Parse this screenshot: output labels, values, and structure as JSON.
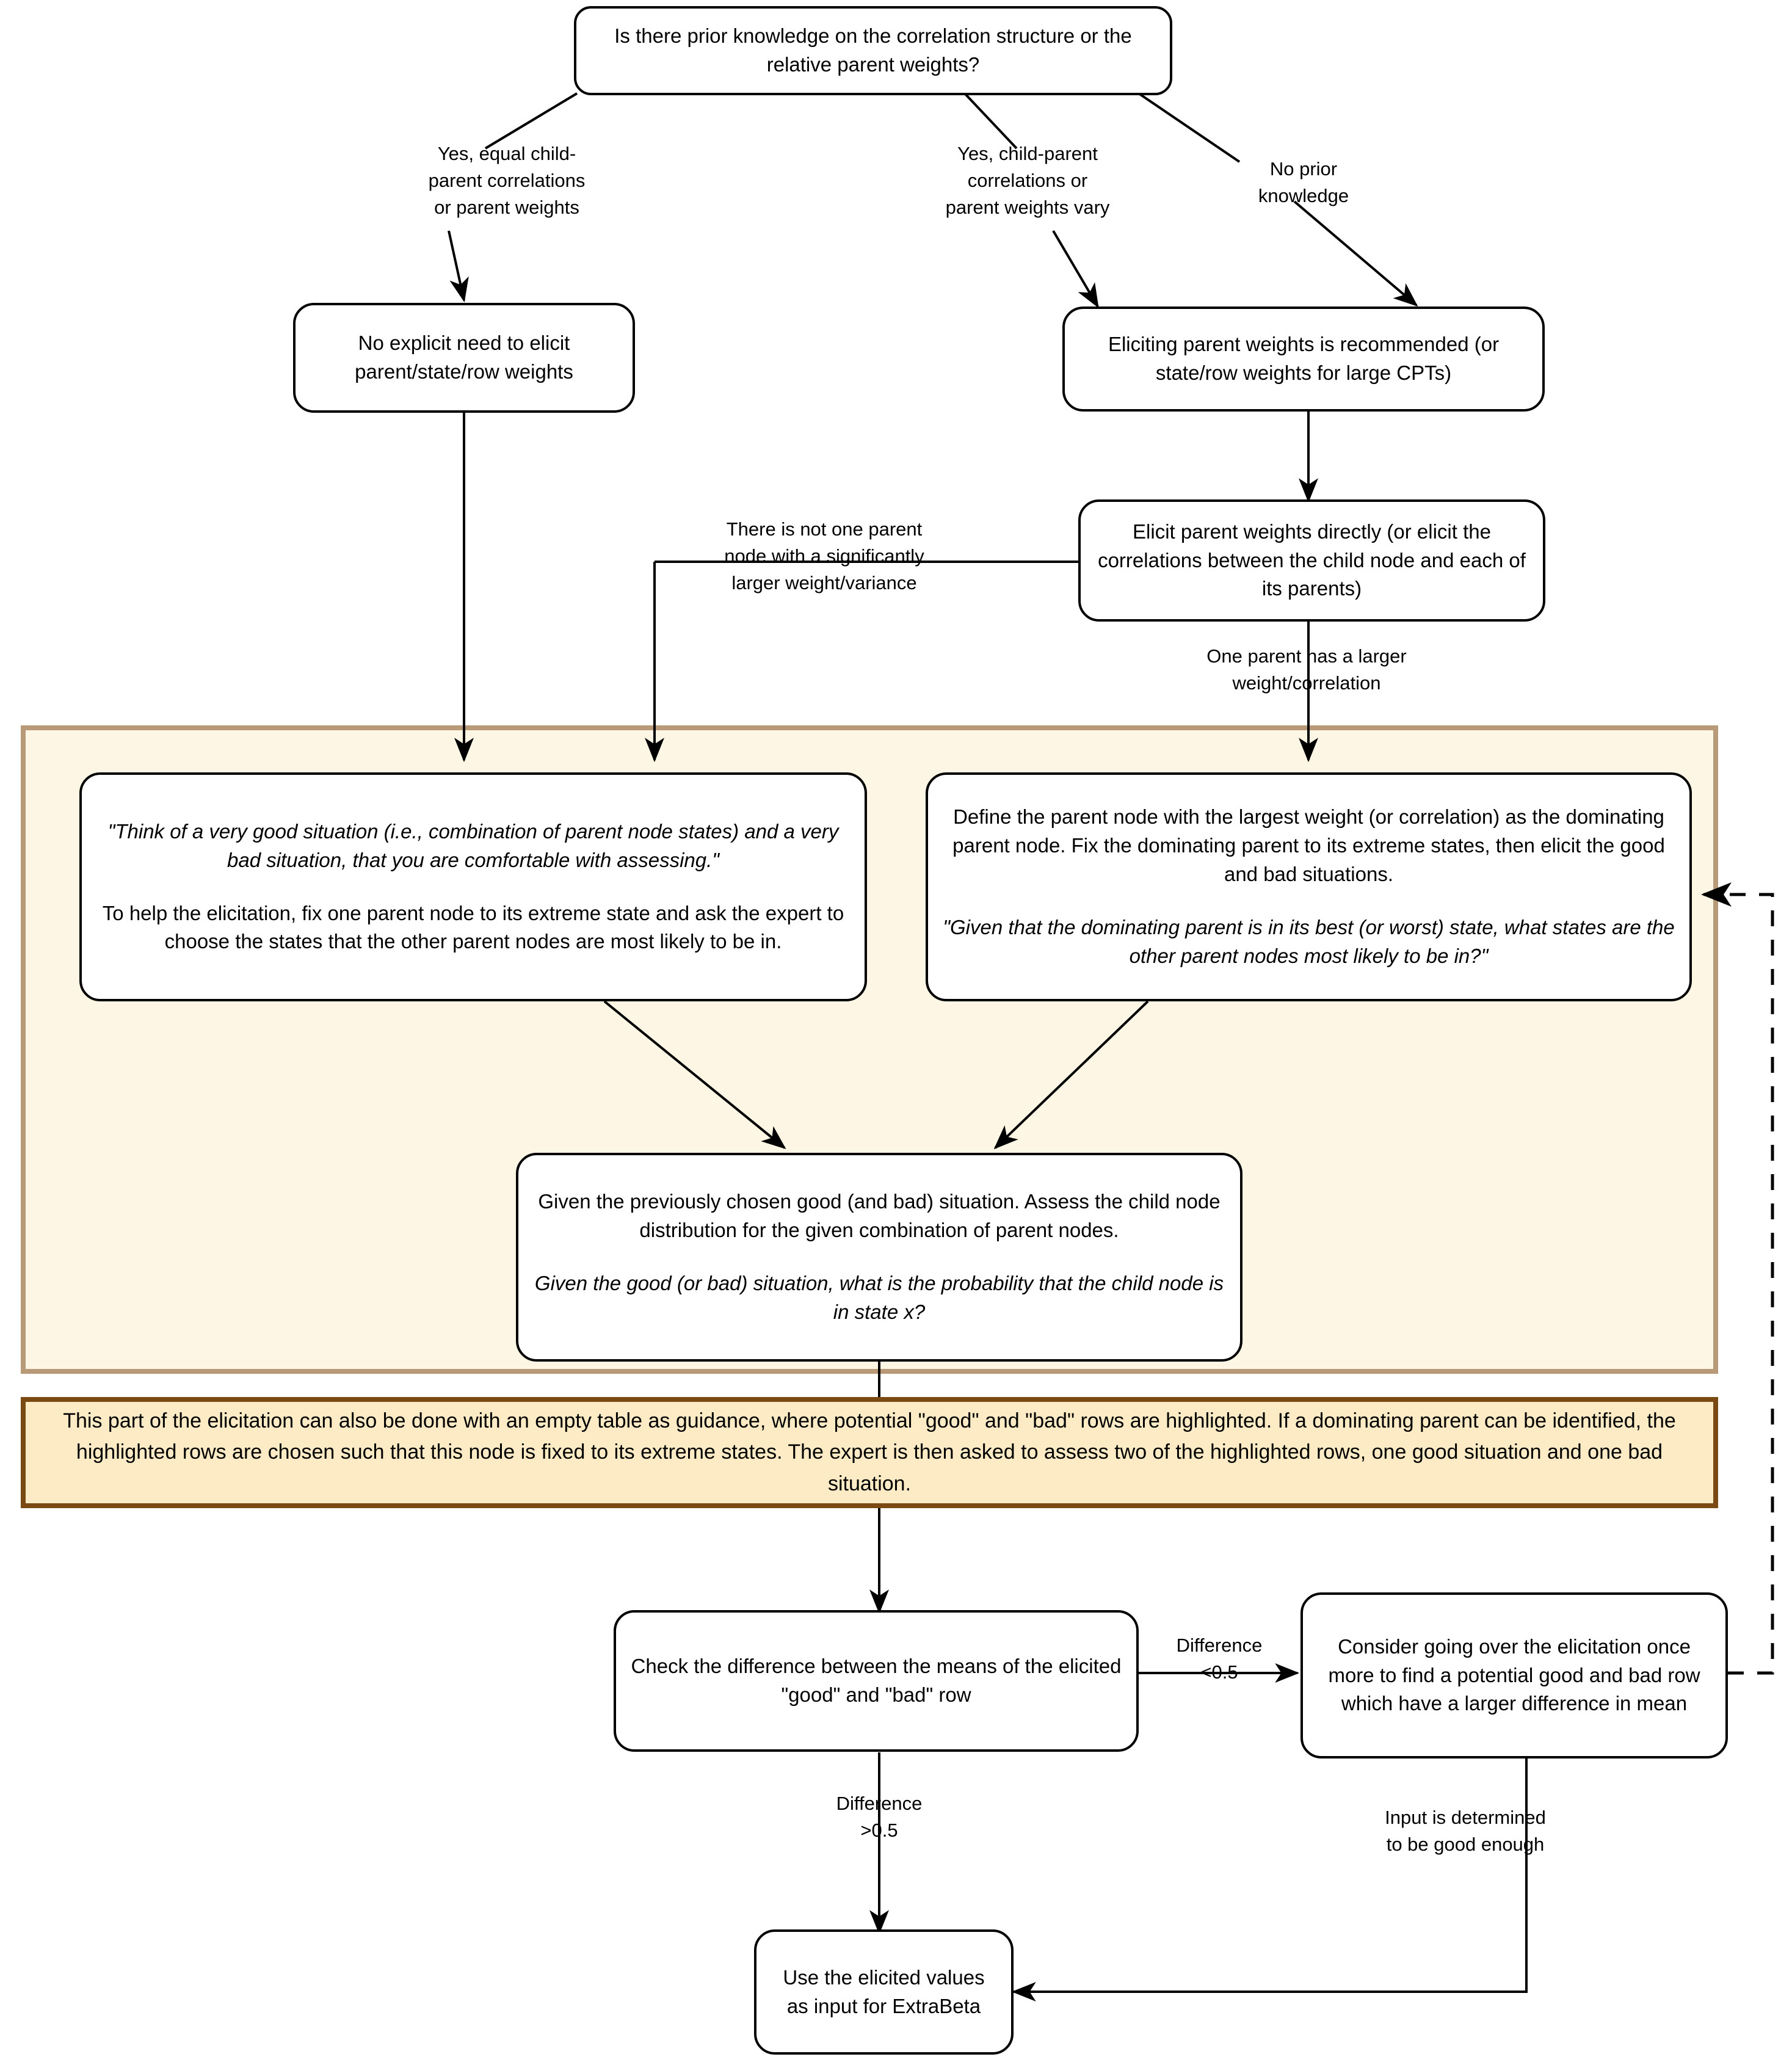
{
  "diagram": {
    "title": "Elicitation decision flowchart for ExtraBeta CPT input",
    "colors": {
      "region_fill": "#fdf6e4",
      "region_border": "#b89a78",
      "callout_fill": "#fcebc4",
      "callout_border": "#7a4a12",
      "node_border": "#000000",
      "node_fill": "#ffffff",
      "edge": "#000000"
    },
    "nodes": {
      "root_question": "Is there prior knowledge on the correlation structure or the relative parent weights?",
      "no_explicit_need": "No explicit need to elicit parent/state/row weights",
      "eliciting_recommended": "Eliciting parent weights is recommended (or state/row weights for large CPTs)",
      "elicit_directly": "Elicit parent weights directly (or elicit the correlations between the child node and each of its parents)",
      "good_bad_quote": "\"Think of a very good situation (i.e., combination of parent node states) and a very bad situation, that you are comfortable with assessing.\"",
      "good_bad_help": "To help the elicitation, fix one parent node to its extreme state and ask the expert to choose the states that the other parent nodes are most likely to be in.",
      "dominating_define": "Define the parent node with the largest weight (or correlation) as the dominating parent node. Fix the dominating parent to its extreme states, then elicit the good and bad situations.",
      "dominating_quote": "\"Given that the dominating parent is in its best (or worst) state, what states are the other parent nodes most likely to be in?\"",
      "assess_distribution": "Given the previously chosen good (and bad) situation. Assess the child node distribution for the given combination of parent nodes.",
      "assess_question": "Given the good (or bad) situation, what is the probability that the child node is in state x?",
      "callout": "This part of the elicitation can also be done with an empty table as guidance, where potential \"good\" and \"bad\" rows are highlighted. If a dominating parent can be identified, the highlighted rows are chosen such that this node is fixed to its extreme states. The expert is then asked to assess two of the highlighted rows, one good situation and one bad situation.",
      "check_difference": "Check the difference between the means of the elicited \"good\" and \"bad\" row",
      "consider_redo": "Consider going over the elicitation once more to find a potential good and bad row which have a larger difference in mean",
      "use_values": "Use the elicited values as input for ExtraBeta"
    },
    "edge_labels": {
      "yes_equal": "Yes, equal child-\nparent correlations\nor parent weights",
      "yes_vary": "Yes, child-parent\ncorrelations or\nparent weights vary",
      "no_prior": "No prior\nknowledge",
      "not_one_parent": "There is not one parent\nnode with a significantly\nlarger  weight/variance",
      "one_parent_larger": "One parent has a larger\nweight/correlation",
      "difference_lt": "Difference\n<0.5",
      "difference_gt": "Difference\n>0.5",
      "good_enough": "Input is determined\nto be good enough"
    }
  }
}
